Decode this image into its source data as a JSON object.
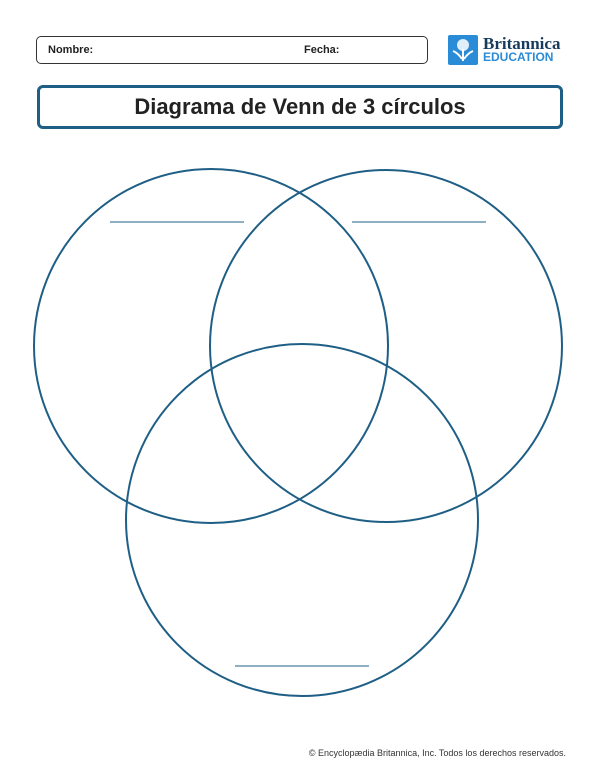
{
  "header": {
    "name_label": "Nombre:",
    "date_label": "Fecha:",
    "logo_line1": "Britannica",
    "logo_line2": "EDUCATION"
  },
  "title": "Diagrama de Venn de 3 círculos",
  "footer": "© Encyclopædia Britannica, Inc. Todos los derechos reservados.",
  "colors": {
    "accent": "#1f5f86",
    "logo": "#2a8bd6"
  }
}
